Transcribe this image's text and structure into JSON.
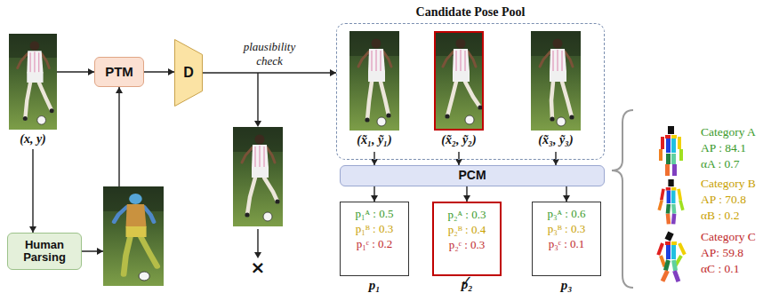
{
  "diagram": {
    "nodes": [
      {
        "text": [
          "(x, y)"
        ]
      },
      {
        "text": [
          "PTM"
        ]
      },
      {
        "text": [
          "Human Parsing"
        ]
      },
      {
        "text": [
          "D"
        ]
      },
      {
        "text": [
          "Candidate Pose Pool"
        ]
      },
      {
        "text": [
          "(x̃₁, ỹ₁)"
        ],
        "in": 4
      },
      {
        "text": [
          "(x̃₂, ỹ₂)"
        ],
        "in": 4
      },
      {
        "text": [
          "(x̃₃, ỹ₃)"
        ],
        "in": 4
      },
      {
        "text": [
          "PCM"
        ]
      },
      {
        "text": [
          "p₁ᴬ : 0.5",
          "p₁ᴮ : 0.3",
          "p₁ᶜ : 0.2",
          "p₁"
        ]
      },
      {
        "text": [
          "p₂ᴬ : 0.3",
          "p₂ᴮ : 0.4",
          "p₂ᶜ : 0.3",
          "p₂"
        ]
      },
      {
        "text": [
          "p₃ᴬ : 0.6",
          "p₃ᴮ : 0.3",
          "p₃ᶜ : 0.1",
          "p₃"
        ]
      },
      {
        "text": [
          "Category A",
          "AP : 84.1",
          "αA : 0.7"
        ]
      },
      {
        "text": [
          "Category B",
          "AP : 70.8",
          "αB : 0.2"
        ]
      },
      {
        "text": [
          "Category C",
          "AP: 59.8",
          "αC : 0.1"
        ]
      }
    ],
    "edges": [
      {
        "from": 0,
        "to": 1,
        "arrow": "to"
      },
      {
        "from": 0,
        "to": 2,
        "arrow": "to"
      },
      {
        "from": 2,
        "to": 1,
        "arrow": "to"
      },
      {
        "from": 1,
        "to": 3,
        "arrow": "to"
      },
      {
        "from": 3,
        "to": 4,
        "label": "plausibility check",
        "arrow": "to"
      },
      {
        "from": 5,
        "to": 8,
        "arrow": "to"
      },
      {
        "from": 6,
        "to": 8,
        "arrow": "to"
      },
      {
        "from": 7,
        "to": 8,
        "arrow": "to"
      },
      {
        "from": 8,
        "to": 9,
        "arrow": "to"
      },
      {
        "from": 8,
        "to": 10,
        "arrow": "to"
      },
      {
        "from": 8,
        "to": 11,
        "arrow": "to"
      }
    ],
    "labels": [
      "×",
      "✓"
    ]
  }
}
